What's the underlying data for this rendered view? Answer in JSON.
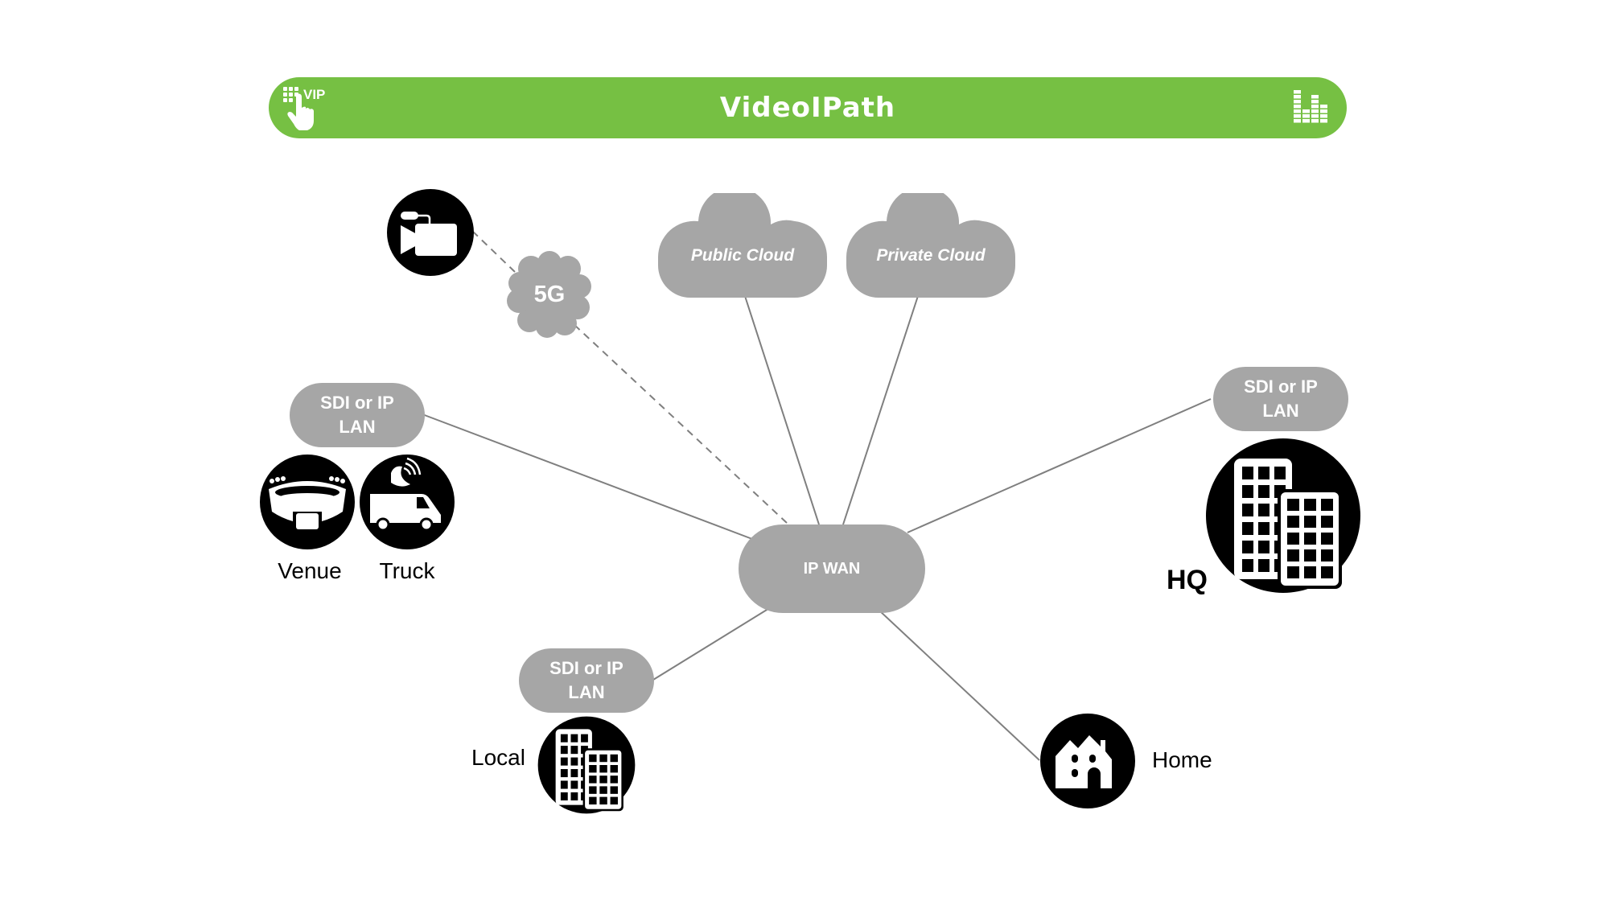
{
  "header": {
    "title": "VideoIPath",
    "logo_text": "VIP",
    "logo_icon": "touch-keypad-icon",
    "right_icon": "equalizer-bars-icon",
    "brand_color": "#76c043"
  },
  "colors": {
    "cloud_fill": "#a6a6a6",
    "link_stroke": "#7f7f7f",
    "icon_circle": "#000000",
    "label_text": "#ffffff"
  },
  "nodes": {
    "ip_wan": {
      "label": "IP WAN"
    },
    "public_cloud": {
      "label": "Public Cloud"
    },
    "private_cloud": {
      "label": "Private Cloud"
    },
    "fiveg": {
      "label": "5G"
    },
    "lan_left": {
      "label_line1": "SDI or IP",
      "label_line2": "LAN"
    },
    "lan_right": {
      "label_line1": "SDI or IP",
      "label_line2": "LAN"
    },
    "lan_bottom": {
      "label_line1": "SDI or IP",
      "label_line2": "LAN"
    },
    "camera": {
      "icon": "video-camera-icon"
    },
    "venue": {
      "caption": "Venue",
      "icon": "stadium-icon"
    },
    "truck": {
      "caption": "Truck",
      "icon": "broadcast-truck-icon"
    },
    "hq": {
      "caption": "HQ",
      "icon": "office-buildings-icon"
    },
    "local": {
      "caption": "Local",
      "icon": "office-buildings-icon"
    },
    "home": {
      "caption": "Home",
      "icon": "house-icon"
    }
  },
  "links": [
    {
      "from": "ip_wan",
      "to": "public_cloud",
      "style": "solid"
    },
    {
      "from": "ip_wan",
      "to": "private_cloud",
      "style": "solid"
    },
    {
      "from": "ip_wan",
      "to": "lan_left",
      "style": "solid"
    },
    {
      "from": "ip_wan",
      "to": "lan_right",
      "style": "solid"
    },
    {
      "from": "ip_wan",
      "to": "lan_bottom",
      "style": "solid"
    },
    {
      "from": "ip_wan",
      "to": "home",
      "style": "solid"
    },
    {
      "from": "ip_wan",
      "to": "fiveg",
      "style": "dashed"
    },
    {
      "from": "fiveg",
      "to": "camera",
      "style": "dashed"
    }
  ]
}
